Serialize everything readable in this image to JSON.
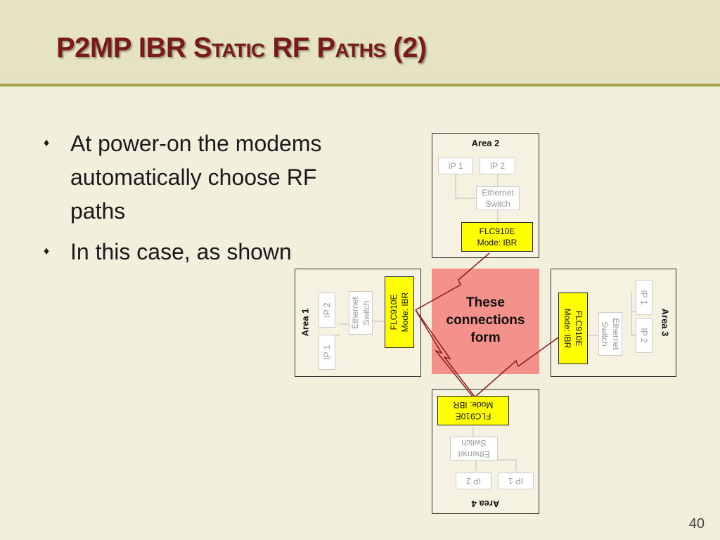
{
  "slide": {
    "title": "P2MP IBR Static RF Paths (2)",
    "bullets": [
      "At power-on the modems automatically choose RF paths",
      "In this case, as shown"
    ],
    "bullet_marker": "♦",
    "page_number": "40"
  },
  "diagram": {
    "center_text": "These connections form",
    "area1": {
      "label": "Area 1",
      "ip1": "IP 1",
      "ip2": "IP 2",
      "switch": "Ethernet Switch",
      "modem": "FLC910E Mode: IBR"
    },
    "area2": {
      "label": "Area 2",
      "ip1": "IP 1",
      "ip2": "IP 2",
      "switch": "Ethernet Switch",
      "modem": "FLC910E Mode: IBR"
    },
    "area3": {
      "label": "Area 3",
      "ip1": "IP 1",
      "ip2": "IP 2",
      "switch": "Ethernet Switch",
      "modem": "FLC910E Mode: IBR"
    },
    "area4": {
      "label": "Area 4",
      "ip1": "IP 1",
      "ip2": "IP 2",
      "switch": "Ethernet Switch",
      "modem": "FLC910E Mode: IBR"
    },
    "colors": {
      "modem": "#ffff00",
      "connection_zone": "#f4918a",
      "title": "#7a1b1b",
      "header": "#e6e3c2",
      "background": "#f2efdc"
    }
  }
}
